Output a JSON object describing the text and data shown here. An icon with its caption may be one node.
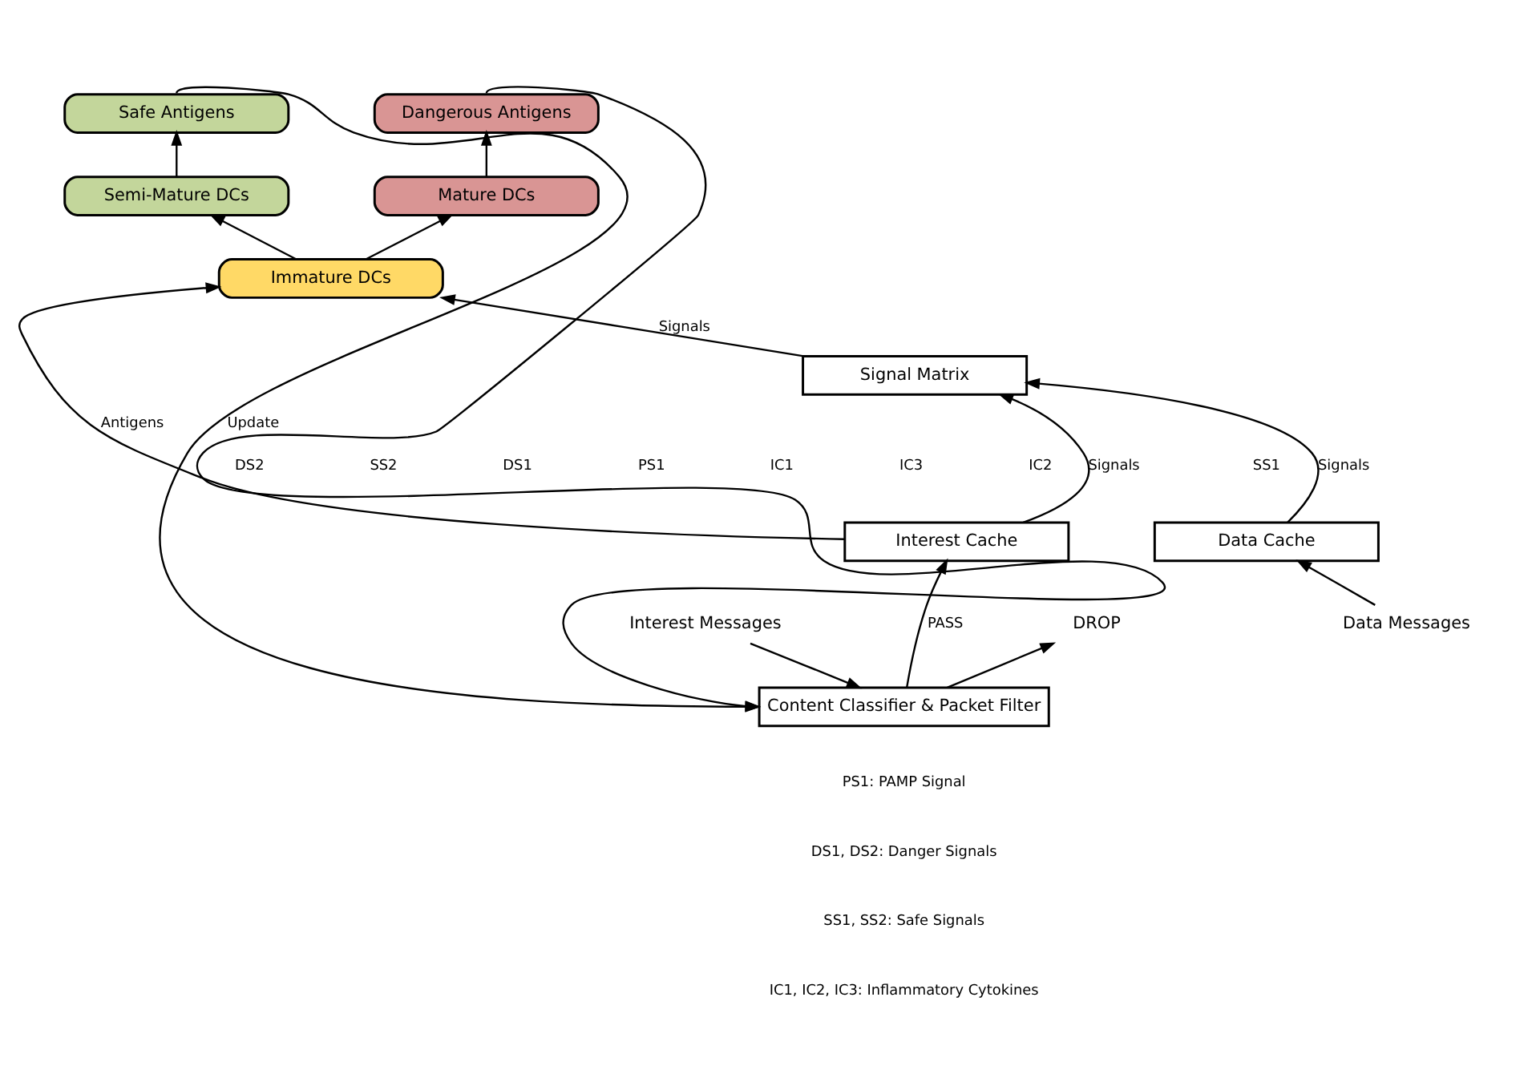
{
  "diagram": {
    "nodes": [
      {
        "text": [
          "Safe Antigens"
        ]
      },
      {
        "text": [
          "Dangerous Antigens"
        ]
      },
      {
        "text": [
          "Semi-Mature DCs"
        ]
      },
      {
        "text": [
          "Mature DCs"
        ]
      },
      {
        "text": [
          "Immature DCs"
        ]
      },
      {
        "text": [
          "Signal Matrix"
        ]
      },
      {
        "text": [
          "Interest Cache"
        ]
      },
      {
        "text": [
          "Data Cache"
        ]
      },
      {
        "text": [
          "Content Classifier & Packet Filter"
        ]
      },
      {
        "text": [
          "Interest Messages"
        ]
      },
      {
        "text": [
          "DROP"
        ]
      },
      {
        "text": [
          "Data Messages"
        ]
      }
    ],
    "edges": [
      {
        "from": 2,
        "to": 0,
        "arrow": "to"
      },
      {
        "from": 3,
        "to": 1,
        "arrow": "to"
      },
      {
        "from": 4,
        "to": 2,
        "arrow": "to"
      },
      {
        "from": 4,
        "to": 3,
        "arrow": "to"
      },
      {
        "from": 5,
        "to": 4,
        "arrow": "to",
        "label": "Signals"
      },
      {
        "from": 6,
        "to": 4,
        "arrow": "to",
        "label": "Antigens"
      },
      {
        "from": 6,
        "to": 5,
        "arrow": "to",
        "label": "Signals"
      },
      {
        "from": 7,
        "to": 5,
        "arrow": "to",
        "label": "Signals"
      },
      {
        "from": 8,
        "to": 6,
        "arrow": "to",
        "label": "PASS"
      },
      {
        "from": 9,
        "to": 8,
        "arrow": "to"
      },
      {
        "from": 8,
        "to": 10,
        "arrow": "to"
      },
      {
        "from": 11,
        "to": 7,
        "arrow": "to"
      },
      {
        "from": 0,
        "to": 8,
        "arrow": "to",
        "label": "Update"
      },
      {
        "from": 1,
        "to": 8,
        "arrow": "to"
      }
    ],
    "labels": [
      "DS2",
      "SS2",
      "DS1",
      "PS1",
      "IC1",
      "IC3",
      "IC2",
      "SS1",
      "PS1: PAMP Signal",
      "DS1, DS2: Danger Signals",
      "SS1, SS2: Safe Signals",
      "IC1, IC2, IC3: Inflammatory Cytokines"
    ]
  }
}
